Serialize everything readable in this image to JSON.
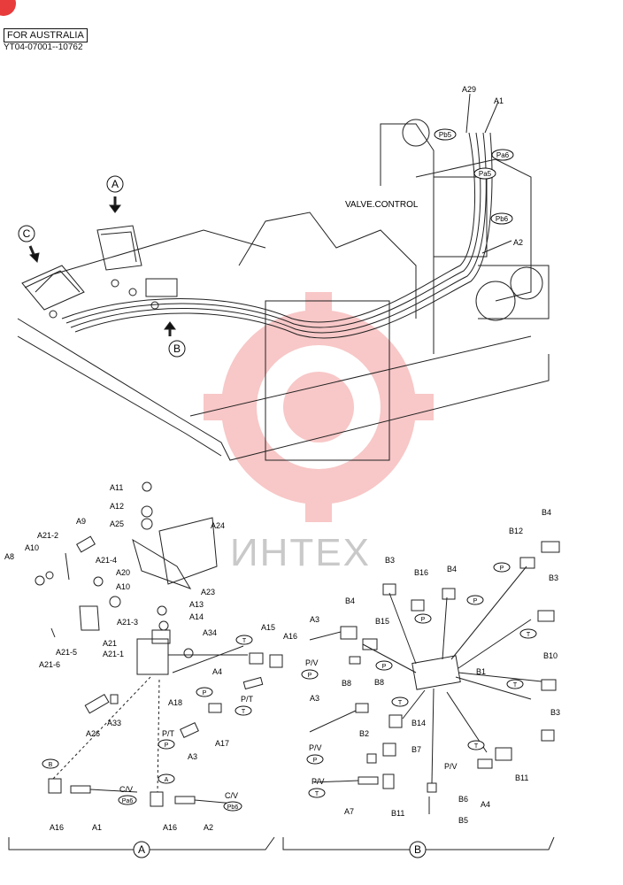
{
  "header": {
    "box_label": "FOR AUSTRALIA",
    "code": "YT04-07001--10762"
  },
  "watermark": {
    "text": "ИНТЕХ",
    "color": "#e83b3b"
  },
  "views": {
    "a": "A",
    "b": "B",
    "c": "C"
  },
  "upper": {
    "valve_label": "VALVE.CONTROL",
    "callouts": [
      "A29",
      "A1",
      "A2"
    ],
    "ports": [
      "Pb5",
      "Pa6",
      "Pa5",
      "Pb6"
    ]
  },
  "group_a": {
    "labels": [
      "A11",
      "A12",
      "A25",
      "A9",
      "A24",
      "A21-2",
      "A10",
      "A21-4",
      "A8",
      "A20",
      "A10",
      "A23",
      "A13",
      "A21-3",
      "A14",
      "A21",
      "A21-1",
      "A34",
      "A21-5",
      "A21-6",
      "A15",
      "A16",
      "A4",
      "A18",
      "A26",
      "A33",
      "A17",
      "A3",
      "A16",
      "A1",
      "A16",
      "A2"
    ],
    "ports": [
      "T",
      "P",
      "T",
      "P",
      "B",
      "Pa6",
      "A",
      "Pb6"
    ],
    "pt_label": "P/T",
    "cv_label": "C/V"
  },
  "group_b": {
    "labels": [
      "B4",
      "B12",
      "B3",
      "B16",
      "B4",
      "B3",
      "A3",
      "B4",
      "B15",
      "B10",
      "B8",
      "B1",
      "B8",
      "A3",
      "B14",
      "B3",
      "B2",
      "B7",
      "B11",
      "A4",
      "B6",
      "B11",
      "A7",
      "B5"
    ],
    "ports": [
      "P",
      "P",
      "P",
      "T",
      "P",
      "T",
      "T",
      "P",
      "T",
      "P",
      "T"
    ],
    "pv_label": "P/V"
  },
  "footer": {
    "a": "A",
    "b": "B"
  }
}
